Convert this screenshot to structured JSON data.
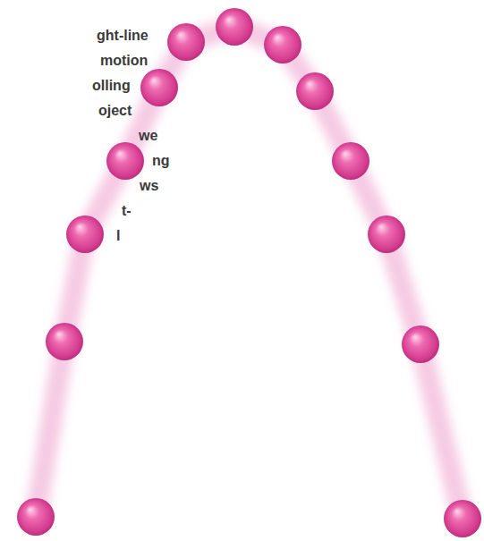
{
  "diagram": {
    "labels": [
      "ght-line",
      "motion",
      "olling",
      "oject",
      "we",
      "ng",
      "ws",
      "t-",
      "l"
    ]
  }
}
